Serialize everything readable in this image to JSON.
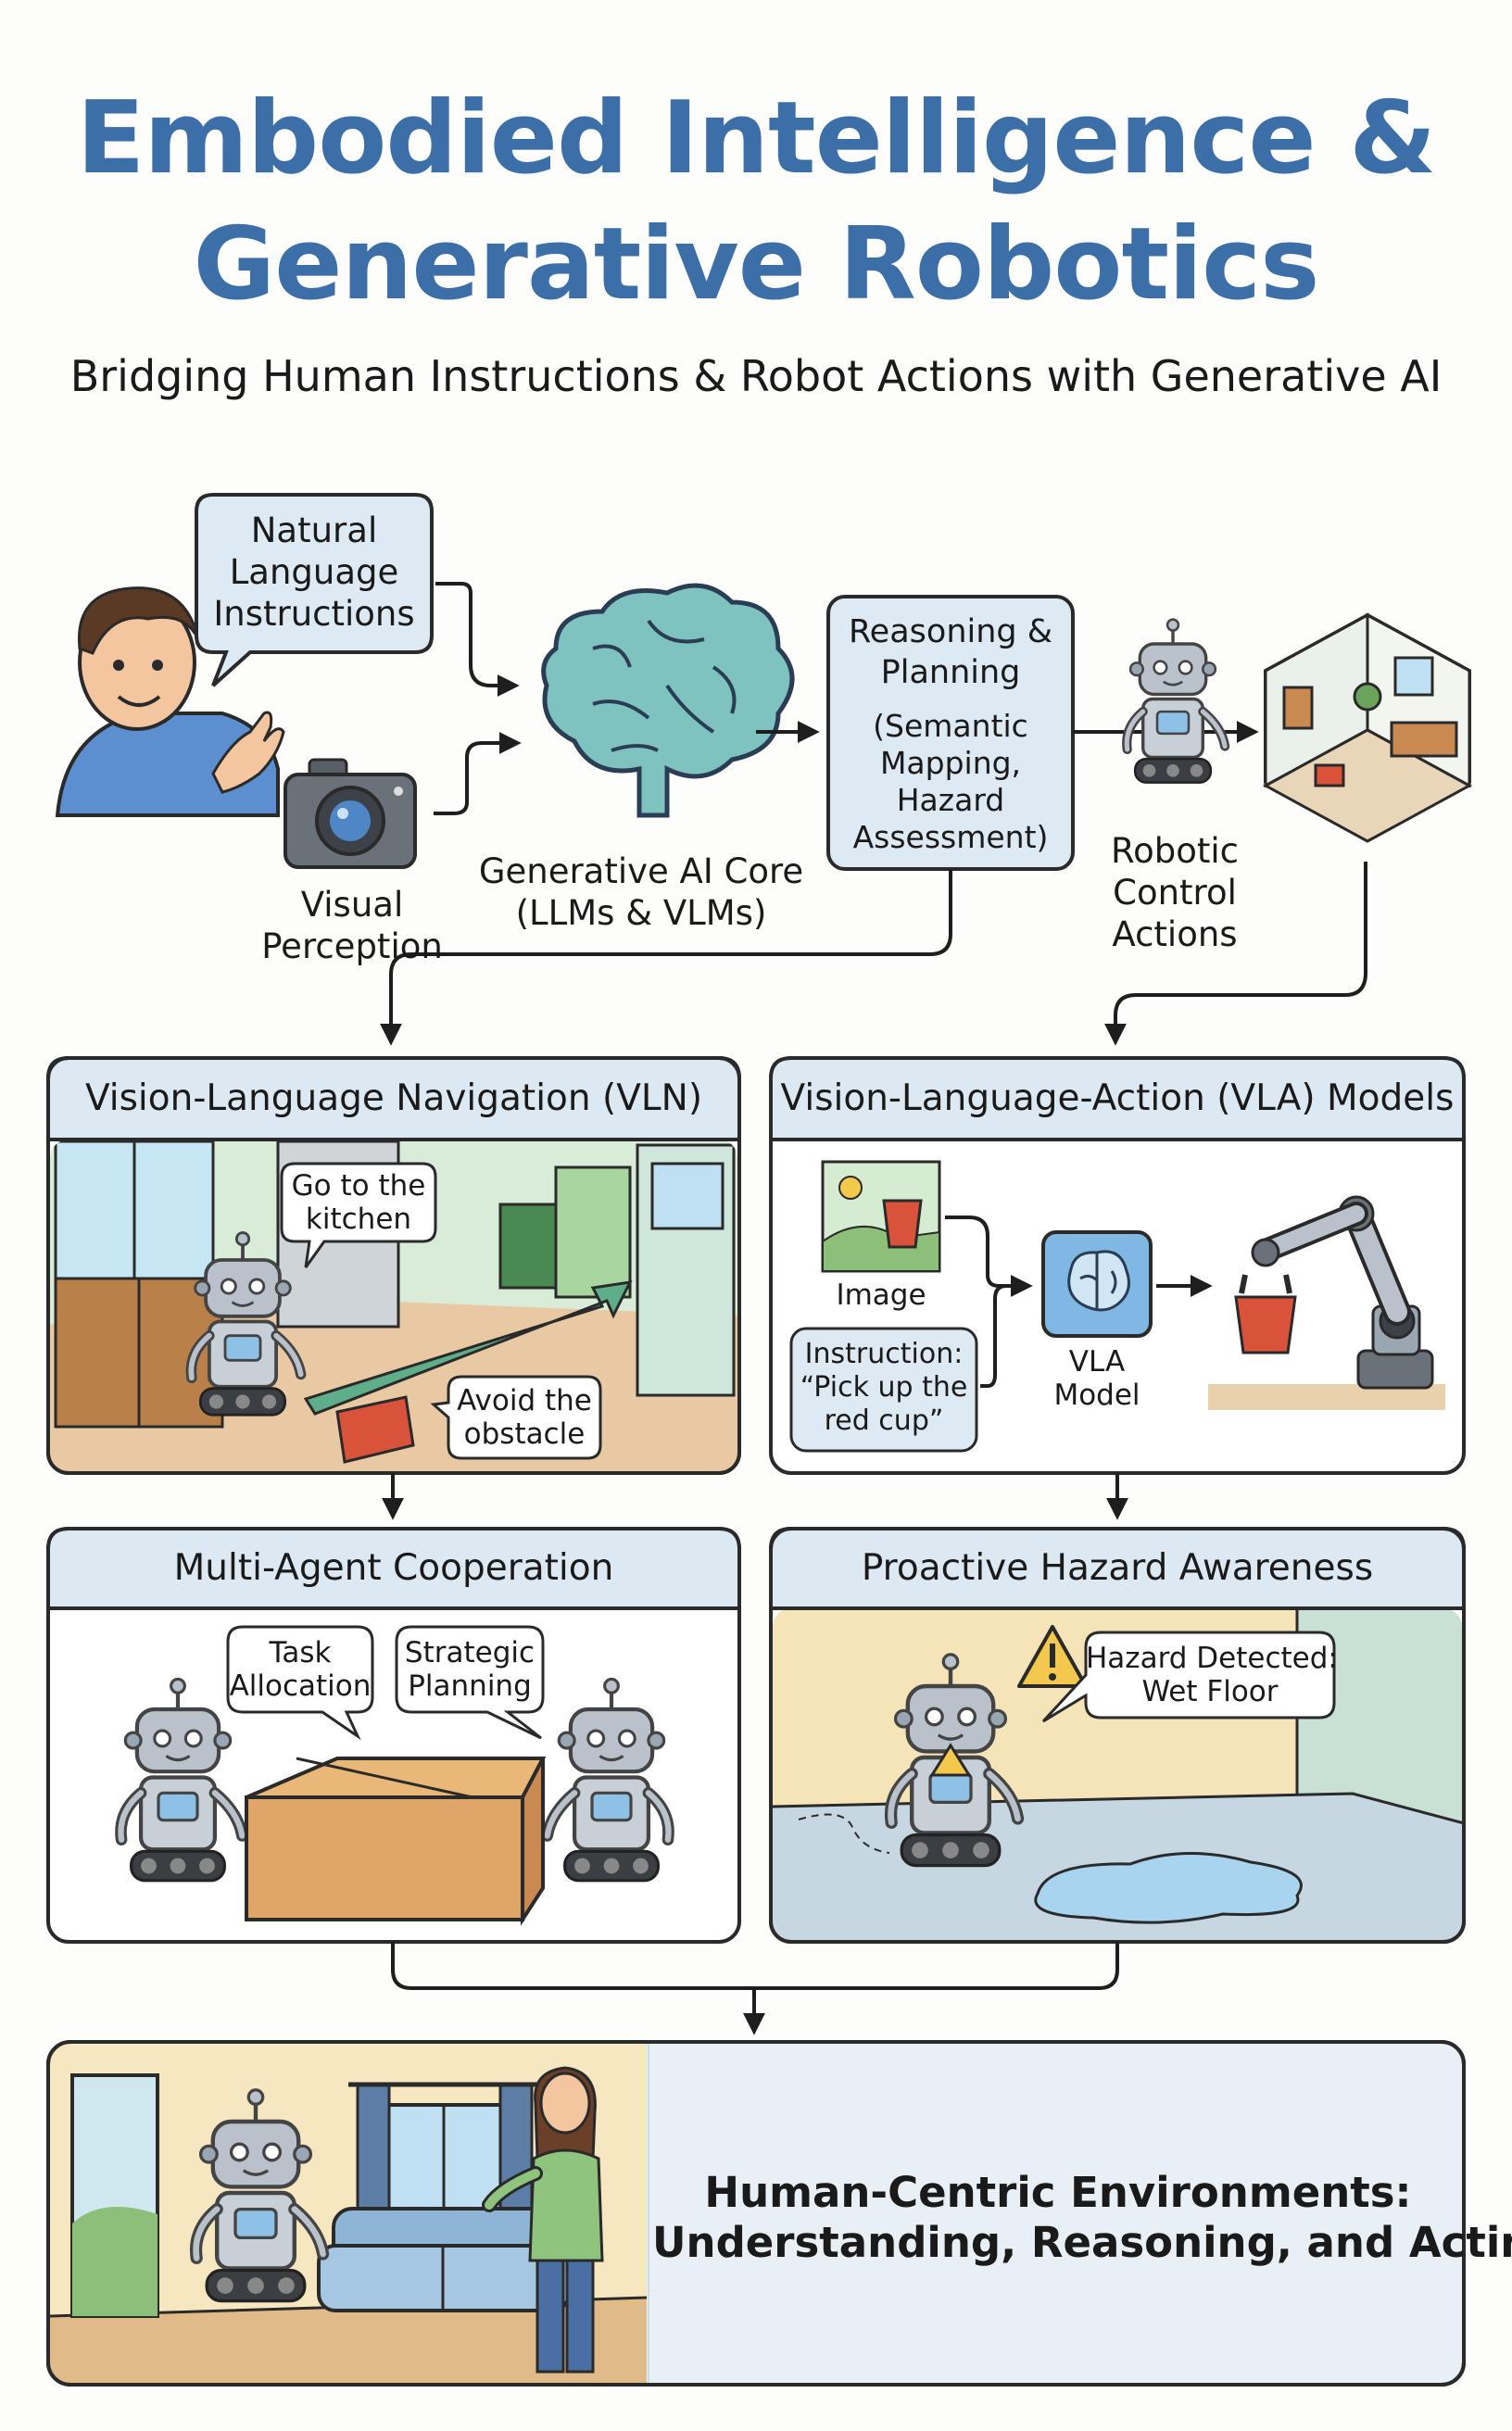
{
  "header": {
    "title_line1": "Embodied Intelligence &",
    "title_line2": "Generative Robotics",
    "subtitle": "Bridging Human Instructions & Robot Actions with Generative AI"
  },
  "pipeline": {
    "nl_bubble": [
      "Natural",
      "Language",
      "Instructions"
    ],
    "visual_perception": [
      "Visual",
      "Perception"
    ],
    "ai_core": [
      "Generative AI Core",
      "(LLMs & VLMs)"
    ],
    "reasoning": [
      "Reasoning &",
      "Planning",
      "(Semantic",
      "Mapping,",
      "Hazard",
      "Assessment)"
    ],
    "robotic_control": [
      "Robotic",
      "Control",
      "Actions"
    ]
  },
  "panels": {
    "vln": {
      "title": "Vision-Language Navigation (VLN)",
      "bubble_goal": [
        "Go to the",
        "kitchen"
      ],
      "bubble_obstacle": [
        "Avoid the",
        "obstacle"
      ]
    },
    "vla": {
      "title": "Vision-Language-Action (VLA) Models",
      "image_label": "Image",
      "instruction": [
        "Instruction:",
        "“Pick up the",
        "red cup”"
      ],
      "model_label": [
        "VLA",
        "Model"
      ]
    },
    "multi_agent": {
      "title": "Multi-Agent Cooperation",
      "bubble_task": [
        "Task",
        "Allocation"
      ],
      "bubble_strategy": [
        "Strategic",
        "Planning"
      ]
    },
    "hazard": {
      "title": "Proactive Hazard Awareness",
      "bubble": [
        "Hazard Detected:",
        "Wet Floor"
      ]
    }
  },
  "final": {
    "line1": "Human-Centric Environments:",
    "line2": "Understanding, Reasoning, and Acting"
  },
  "colors": {
    "title_blue": "#3c6fa8",
    "panel_header": "#dde9f2",
    "bubble_fill": "#ddeaf3",
    "robot_gray": "#b9c2cb",
    "accent_red": "#d9533b",
    "arrow_green": "#5fae8a"
  }
}
